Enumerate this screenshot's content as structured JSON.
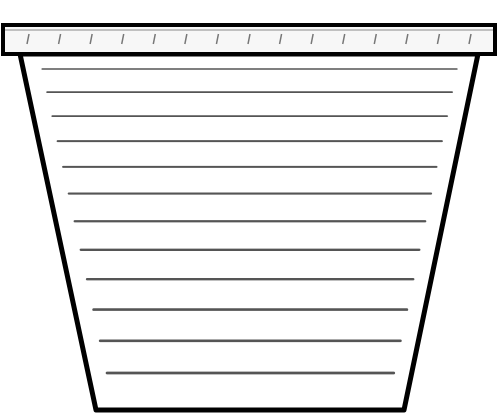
{
  "figure": {
    "subject": "flower-pot-writing-template",
    "rim_tick_count": 15,
    "writing_line_count": 12,
    "colors": {
      "background": "#ffffff",
      "outline": "#000000",
      "rim_fill": "#f7f7f7",
      "tick": "#777777",
      "line": "#555555"
    }
  }
}
